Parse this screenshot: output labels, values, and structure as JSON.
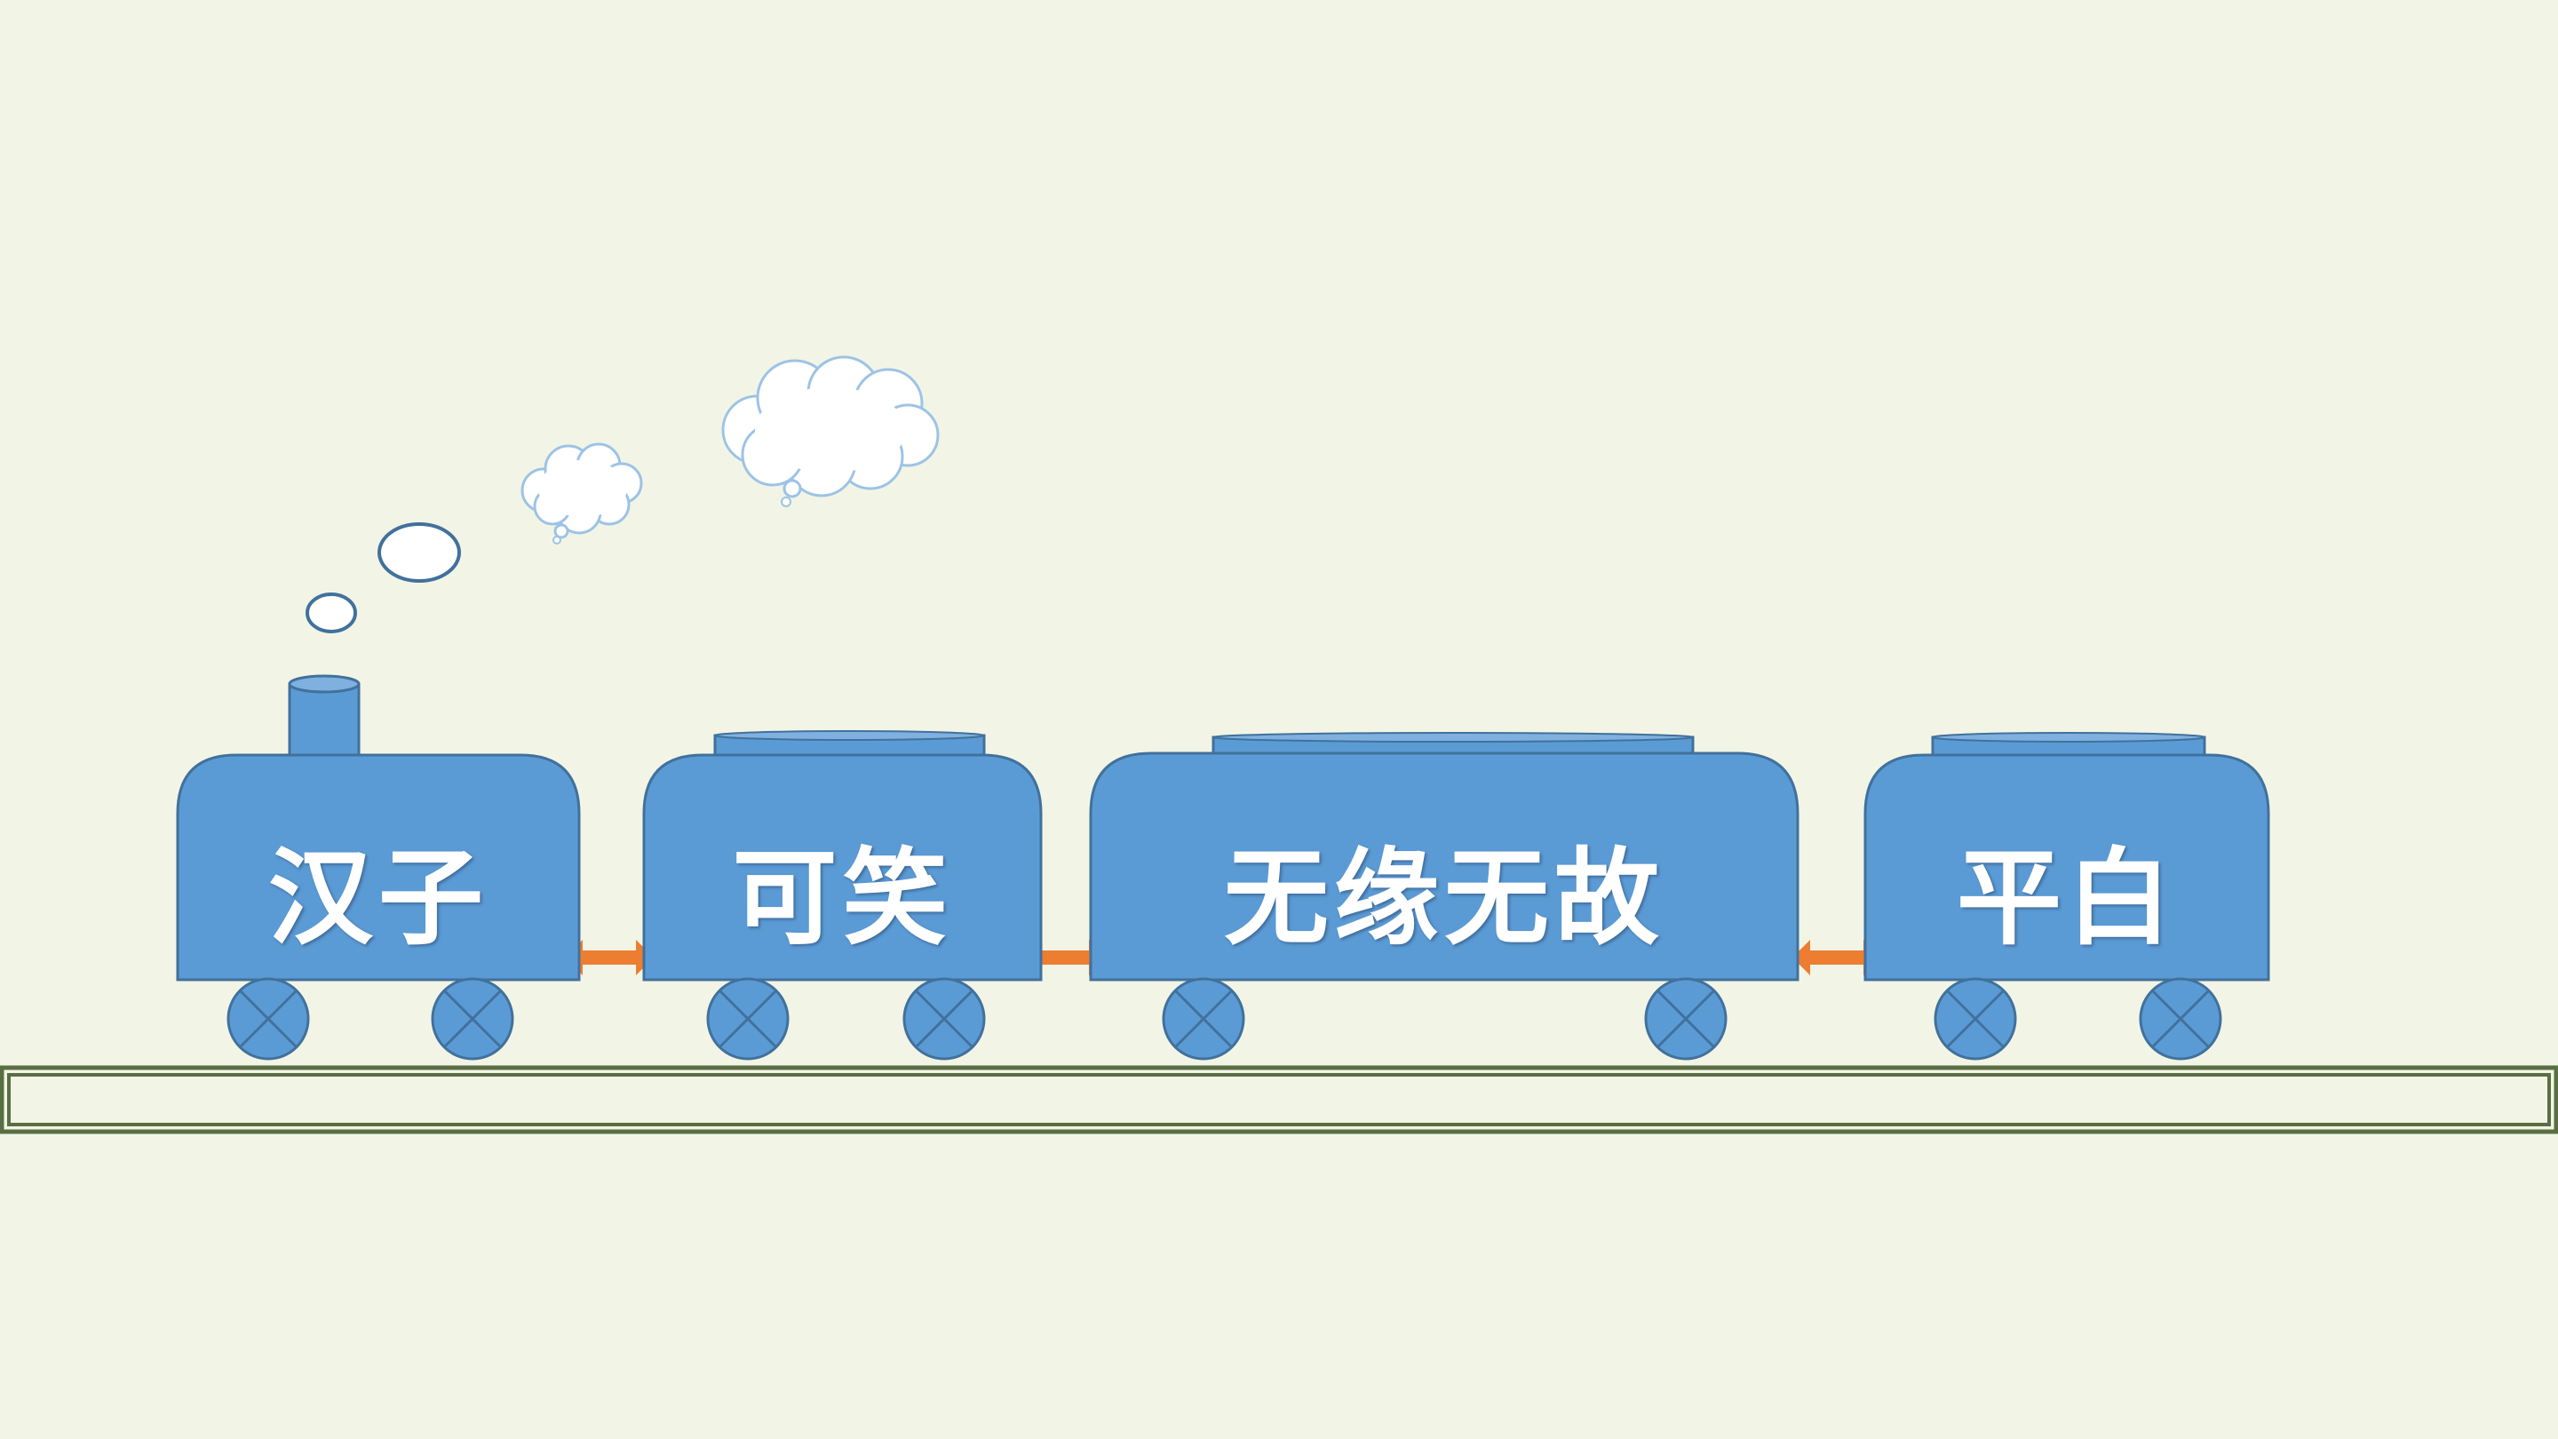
{
  "colors": {
    "background": "#f2f5e5",
    "car_fill": "#5b9bd5",
    "car_stroke": "#41719c",
    "coupler": "#ed7d31",
    "track_fill": "#f2f5e5",
    "track_stroke": "#5a6e44",
    "cloud_fill": "#ffffff",
    "cloud_stroke": "#9dc3e6"
  },
  "train": {
    "cars": [
      {
        "label": "汉子",
        "role": "locomotive",
        "icon": "chimney"
      },
      {
        "label": "可笑",
        "role": "wagon",
        "icon": "roof-lid"
      },
      {
        "label": "无缘无故",
        "role": "wagon",
        "icon": "roof-lid"
      },
      {
        "label": "平白",
        "role": "wagon",
        "icon": "roof-lid"
      }
    ],
    "couplers": [
      {
        "icon": "left-right-arrow"
      },
      {
        "icon": "left-right-arrow"
      },
      {
        "icon": "left-right-arrow"
      }
    ],
    "wheel_icon": "x-wheel-icon"
  },
  "smoke": [
    {
      "shape": "ellipse"
    },
    {
      "shape": "ellipse"
    },
    {
      "shape": "cloud"
    },
    {
      "shape": "cloud"
    }
  ],
  "track": {
    "icon": "rail"
  }
}
